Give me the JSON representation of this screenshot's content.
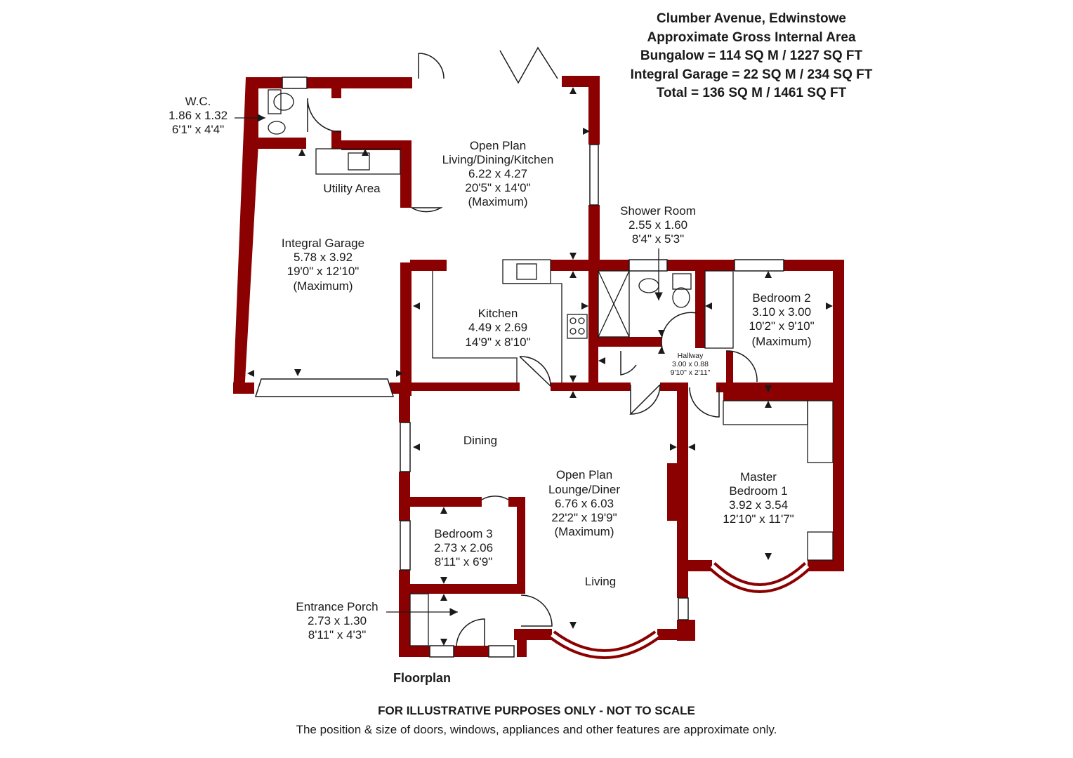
{
  "header": {
    "line1": "Clumber Avenue, Edwinstowe",
    "line2": "Approximate Gross Internal Area",
    "line3": "Bungalow = 114 SQ M / 1227 SQ FT",
    "line4": "Integral Garage = 22 SQ M / 234 SQ FT",
    "line5": "Total = 136 SQ M / 1461 SQ FT"
  },
  "rooms": {
    "wc": {
      "name": "W.C.",
      "metric": "1.86 x 1.32",
      "imperial": "6'1\" x 4'4\""
    },
    "open_plan": {
      "name1": "Open Plan",
      "name2": "Living/Dining/Kitchen",
      "metric": "6.22 x 4.27",
      "imperial": "20'5\" x 14'0\"",
      "note": "(Maximum)"
    },
    "utility": {
      "name": "Utility Area"
    },
    "garage": {
      "name": "Integral Garage",
      "metric": "5.78 x 3.92",
      "imperial": "19'0\" x 12'10\"",
      "note": "(Maximum)"
    },
    "kitchen": {
      "name": "Kitchen",
      "metric": "4.49 x 2.69",
      "imperial": "14'9\" x 8'10\""
    },
    "shower": {
      "name": "Shower Room",
      "metric": "2.55 x 1.60",
      "imperial": "8'4\" x 5'3\""
    },
    "bedroom2": {
      "name": "Bedroom 2",
      "metric": "3.10 x 3.00",
      "imperial": "10'2\" x 9'10\"",
      "note": "(Maximum)"
    },
    "hallway": {
      "name": "Hallway",
      "metric": "3.00 x 0.88",
      "imperial": "9'10\" x 2'11\""
    },
    "dining": {
      "name": "Dining"
    },
    "lounge": {
      "name1": "Open Plan",
      "name2": "Lounge/Diner",
      "metric": "6.76 x 6.03",
      "imperial": "22'2\" x 19'9\"",
      "note": "(Maximum)"
    },
    "master": {
      "name1": "Master",
      "name2": "Bedroom 1",
      "metric": "3.92 x 3.54",
      "imperial": "12'10\" x 11'7\""
    },
    "bedroom3": {
      "name": "Bedroom 3",
      "metric": "2.73 x 2.06",
      "imperial": "8'11\" x 6'9\""
    },
    "living": {
      "name": "Living"
    },
    "porch": {
      "name": "Entrance Porch",
      "metric": "2.73 x 1.30",
      "imperial": "8'11\" x 4'3\""
    }
  },
  "plan_title": "Floorplan",
  "footer": {
    "disclaimer_bold": "FOR ILLUSTRATIVE PURPOSES ONLY - NOT TO SCALE",
    "disclaimer": "The position & size of doors, windows, appliances and other features are approximate only."
  },
  "colors": {
    "wall": "#8b0000",
    "text": "#1a1a1a",
    "background": "#ffffff"
  }
}
